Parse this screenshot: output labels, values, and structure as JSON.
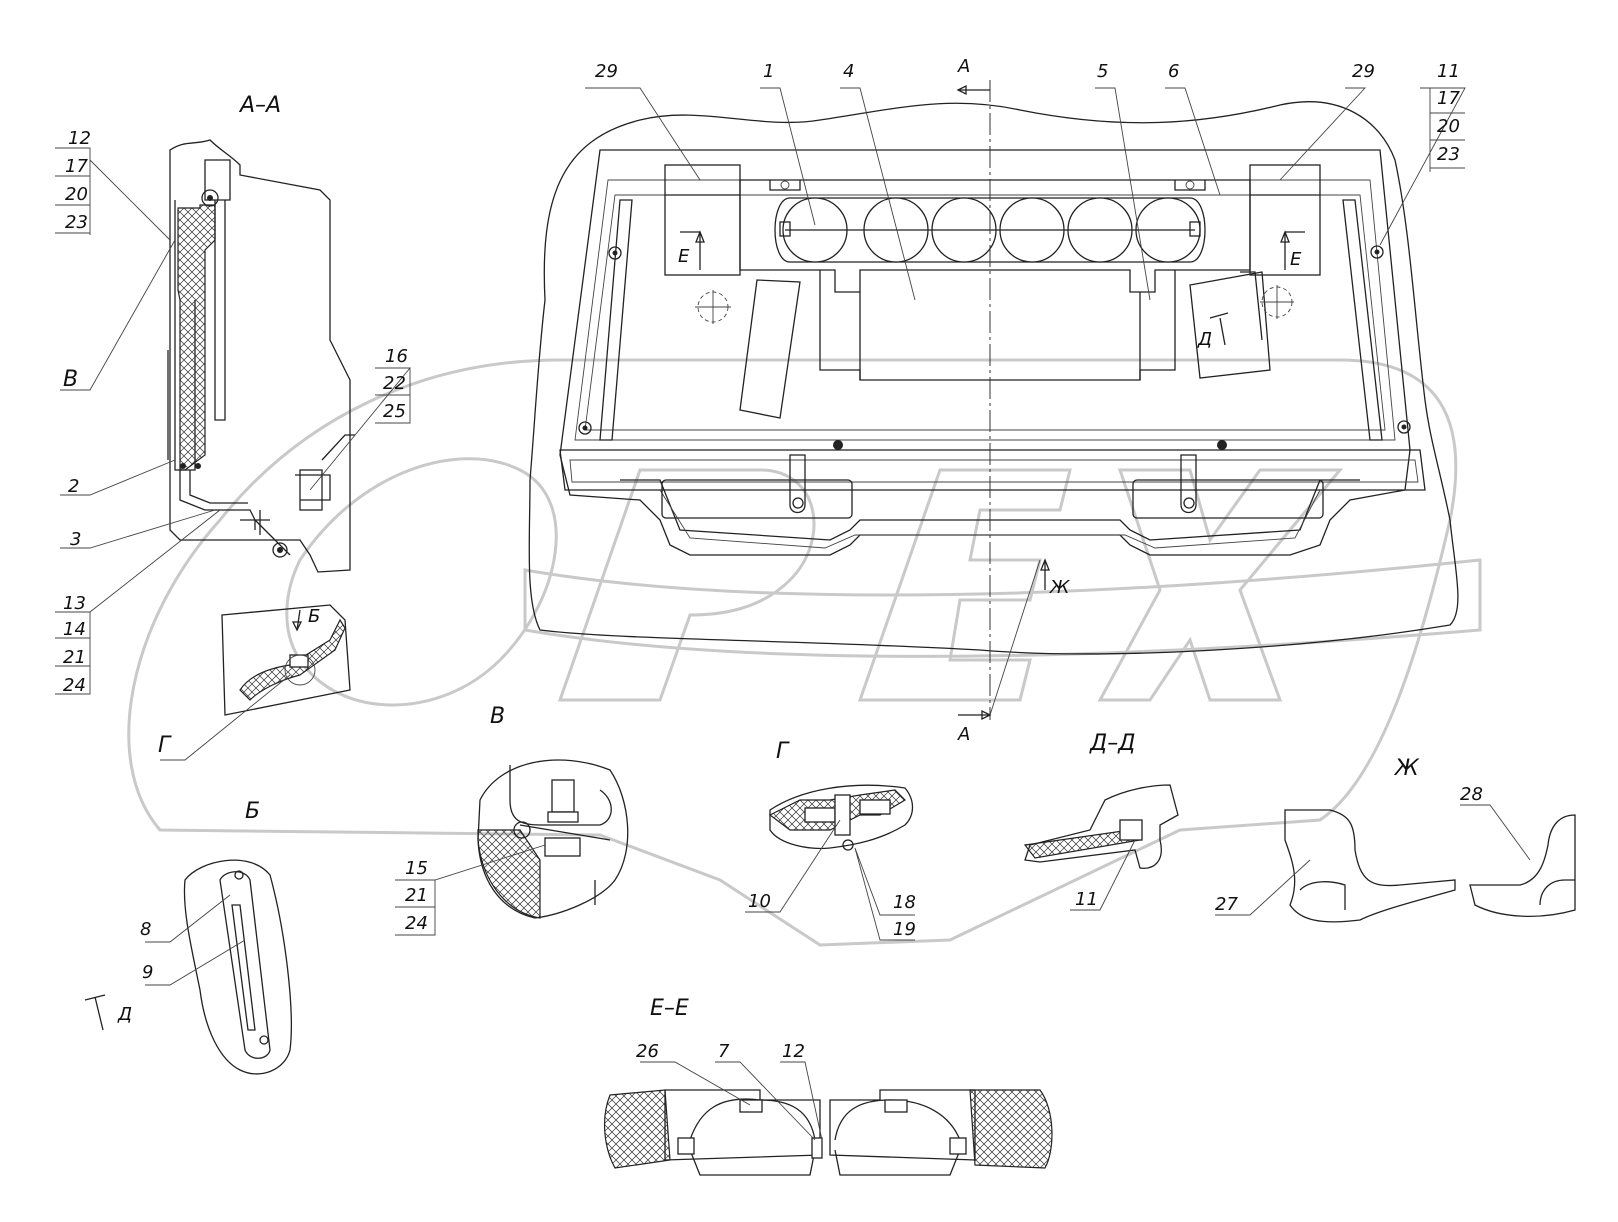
{
  "watermark": "OPEX",
  "views": {
    "aa": "А–А",
    "v": "В",
    "g": "Г",
    "b": "Б",
    "dd": "Д–Д",
    "zh": "Ж",
    "ee": "Е–Е"
  },
  "markers": {
    "a": "А",
    "b": "Б",
    "d": "Д",
    "e": "Е",
    "zh": "Ж"
  },
  "callouts": {
    "c1": "1",
    "c2": "2",
    "c3": "3",
    "c4": "4",
    "c5": "5",
    "c6": "6",
    "c7": "7",
    "c8": "8",
    "c9": "9",
    "c10": "10",
    "c11": "11",
    "c12": "12",
    "c13": "13",
    "c14": "14",
    "c15": "15",
    "c16": "16",
    "c17": "17",
    "c18": "18",
    "c19": "19",
    "c20": "20",
    "c21": "21",
    "c22": "22",
    "c23": "23",
    "c24": "24",
    "c25": "25",
    "c26": "26",
    "c27": "27",
    "c28": "28",
    "c29": "29"
  }
}
